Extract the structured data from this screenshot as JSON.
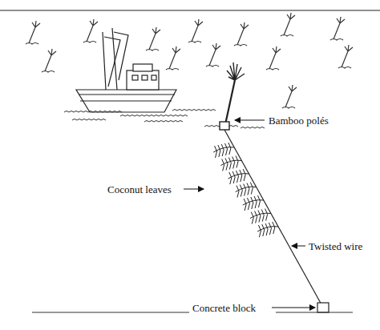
{
  "diagram": {
    "labels": [
      "Bamboo polés",
      "Coconut leaves",
      "Twisted wire",
      "Concrete block"
    ]
  }
}
